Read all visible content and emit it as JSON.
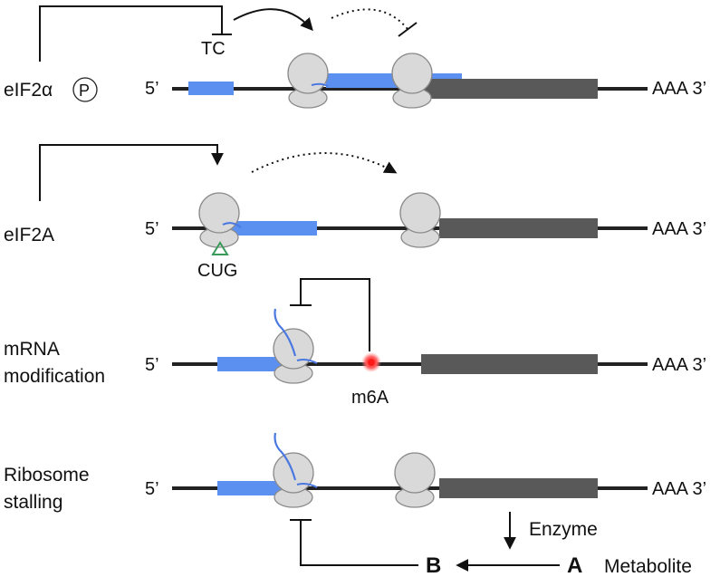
{
  "colors": {
    "mrna_line": "#222222",
    "uorf": "#5b8ff0",
    "cds": "#595959",
    "ribosome_fill": "#d9d9d9",
    "ribosome_stroke": "#8a8a8a",
    "cug_marker": "#3a9a5a",
    "m6a_dot": "#ff2a2a",
    "peptide": "#4a78e0"
  },
  "panels": [
    {
      "id": "eif2a-p",
      "label_main": "eIF2α",
      "label_phospho": "P",
      "five_prime": "5’",
      "three_prime": "AAA 3’",
      "tc_label": "TC",
      "icons": [
        "ribosome-icon",
        "ribosome-icon"
      ]
    },
    {
      "id": "eif2a",
      "label_main": "eIF2A",
      "five_prime": "5’",
      "three_prime": "AAA 3’",
      "cug_label": "CUG",
      "icons": [
        "ribosome-icon",
        "ribosome-icon",
        "triangle-icon"
      ]
    },
    {
      "id": "mrna-mod",
      "label_line1": "mRNA",
      "label_line2": "modification",
      "five_prime": "5’",
      "three_prime": "AAA 3’",
      "m6a_label": "m6A",
      "icons": [
        "ribosome-icon",
        "m6a-dot-icon"
      ]
    },
    {
      "id": "stalling",
      "label_line1": "Ribosome",
      "label_line2": "stalling",
      "five_prime": "5’",
      "three_prime": "AAA 3’",
      "enzyme_label": "Enzyme",
      "b_label": "B",
      "a_label": "A",
      "metabolite_label": "Metabolite",
      "icons": [
        "ribosome-icon",
        "ribosome-icon"
      ]
    }
  ]
}
